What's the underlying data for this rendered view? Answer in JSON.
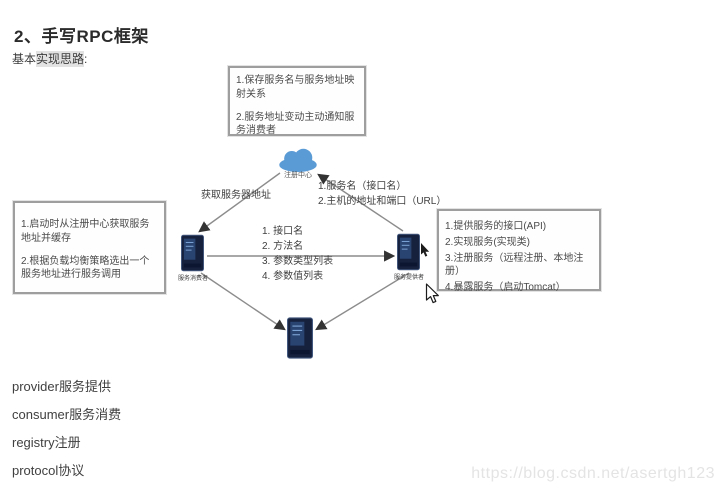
{
  "title": "2、手写RPC框架",
  "subtitle": {
    "prefix": "基本",
    "highlight": "实现思路",
    "suffix": ":"
  },
  "diagram": {
    "registry_note_box": {
      "line1": "1.保存服务名与服务地址映射关系",
      "line2": "2.服务地址变动主动通知服务消费者"
    },
    "consumer_note_box": {
      "line1": "1.启动时从注册中心获取服务地址并缓存",
      "line2": "2.根据负载均衡策略选出一个服务地址进行服务调用"
    },
    "provider_note_box": {
      "lines": [
        "1.提供服务的接口(API)",
        "2.实现服务(实现类)",
        "3.注册服务（远程注册、本地注册）",
        "4.暴露服务（启动Tomcat）"
      ]
    },
    "cloud_label": "注册中心",
    "consumer_server_label": "服务消费者",
    "provider_server_label": "服务提供者",
    "edges": {
      "get_address_label": "获取服务器地址",
      "register_label_line1": "1.服务名（接口名）",
      "register_label_line2": "2.主机的地址和端口（URL）",
      "invoke_params": [
        "1. 接口名",
        "2. 方法名",
        "3. 参数类型列表",
        "4. 参数值列表"
      ]
    }
  },
  "notes": [
    "provider服务提供",
    "consumer服务消费",
    "registry注册",
    "protocol协议"
  ],
  "watermark": "https://blog.csdn.net/asertgh123",
  "colors": {
    "cloud": "#5b9bd5",
    "server_body": "#16213e",
    "box_border": "#9e9e9e",
    "line": "#8c8c8c",
    "arrowhead": "#333333",
    "highlight_bg": "#e2e2e2"
  }
}
